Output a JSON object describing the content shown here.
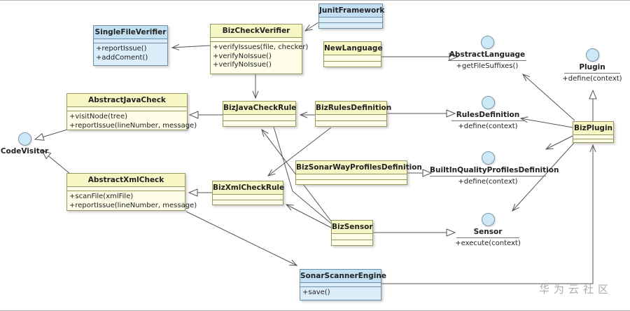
{
  "watermark": "华为云社区",
  "colors": {
    "class_fill": "#fefee8",
    "class_border": "#98985e",
    "blue_fill": "#daedf9",
    "blue_border": "#6d90a8",
    "interface_circle_fill": "#cde9f8",
    "line": "#555555"
  },
  "classes": [
    {
      "name": "SingleFileVerifier",
      "style": "blue",
      "methods": [
        "+reportIssue()",
        "+addComent()"
      ]
    },
    {
      "name": "BizCheckVerifier",
      "style": "yellow",
      "methods": [
        "+verifyIssues(file, checker)",
        "+verifyNoIssue()",
        "+verifyNoIssue()"
      ]
    },
    {
      "name": "JunitFramework",
      "style": "blue",
      "methods": []
    },
    {
      "name": "NewLanguage",
      "style": "yellow",
      "methods": []
    },
    {
      "name": "AbstractJavaCheck",
      "style": "yellow",
      "methods": [
        "+visitNode(tree)",
        "+reportIssue(lineNumber, message)"
      ]
    },
    {
      "name": "BizJavaCheckRule",
      "style": "yellow",
      "methods": []
    },
    {
      "name": "BizRulesDefinition",
      "style": "yellow",
      "methods": []
    },
    {
      "name": "AbstractXmlCheck",
      "style": "yellow",
      "methods": [
        "+scanFile(xmlFile)",
        "+reportIssue(lineNumber, message)"
      ]
    },
    {
      "name": "BizXmlCheckRule",
      "style": "yellow",
      "methods": []
    },
    {
      "name": "BizSonarWayProfilesDefinition",
      "style": "yellow",
      "methods": []
    },
    {
      "name": "BizSensor",
      "style": "yellow",
      "methods": []
    },
    {
      "name": "SonarScannerEngine",
      "style": "blue",
      "methods": [
        "+save()"
      ]
    },
    {
      "name": "BizPlugin",
      "style": "yellow",
      "methods": []
    }
  ],
  "interfaces": [
    {
      "name": "AbstractLanguage",
      "method": "+getFileSuffixes()"
    },
    {
      "name": "Plugin",
      "method": "+define(context)"
    },
    {
      "name": "RulesDefinition",
      "method": "+define(context)"
    },
    {
      "name": "BuiltInQualityProfilesDefinition",
      "method": "+define(context)"
    },
    {
      "name": "Sensor",
      "method": "+execute(context)"
    },
    {
      "name": "CodeVisitor",
      "method": ""
    }
  ],
  "relationships": [
    {
      "from": "BizCheckVerifier",
      "to": "SingleFileVerifier",
      "type": "arrow"
    },
    {
      "from": "JunitFramework",
      "to": "BizCheckVerifier",
      "type": "arrow"
    },
    {
      "from": "BizCheckVerifier",
      "to": "BizJavaCheckRule",
      "type": "arrow"
    },
    {
      "from": "NewLanguage",
      "to": "AbstractLanguage",
      "type": "realization"
    },
    {
      "from": "BizJavaCheckRule",
      "to": "AbstractJavaCheck",
      "type": "generalization"
    },
    {
      "from": "AbstractJavaCheck",
      "to": "CodeVisitor",
      "type": "realization"
    },
    {
      "from": "AbstractXmlCheck",
      "to": "CodeVisitor",
      "type": "realization"
    },
    {
      "from": "BizXmlCheckRule",
      "to": "AbstractXmlCheck",
      "type": "generalization"
    },
    {
      "from": "BizRulesDefinition",
      "to": "RulesDefinition",
      "type": "realization"
    },
    {
      "from": "BizRulesDefinition",
      "to": "BizJavaCheckRule",
      "type": "arrow"
    },
    {
      "from": "BizRulesDefinition",
      "to": "BizXmlCheckRule",
      "type": "arrow"
    },
    {
      "from": "BizSonarWayProfilesDefinition",
      "to": "BuiltInQualityProfilesDefinition",
      "type": "realization"
    },
    {
      "from": "BizSensor",
      "to": "Sensor",
      "type": "realization"
    },
    {
      "from": "BizSensor",
      "to": "BizJavaCheckRule",
      "type": "arrow"
    },
    {
      "from": "BizSensor",
      "to": "BizXmlCheckRule",
      "type": "arrow"
    },
    {
      "from": "BizJavaCheckRule",
      "to": "BizSensor",
      "type": "link"
    },
    {
      "from": "AbstractXmlCheck",
      "to": "SonarScannerEngine",
      "type": "arrow"
    },
    {
      "from": "SonarScannerEngine",
      "to": "BizPlugin",
      "type": "arrow"
    },
    {
      "from": "BizPlugin",
      "to": "Plugin",
      "type": "realization"
    },
    {
      "from": "BizPlugin",
      "to": "RulesDefinition",
      "type": "arrow"
    },
    {
      "from": "BizPlugin",
      "to": "BuiltInQualityProfilesDefinition",
      "type": "arrow"
    },
    {
      "from": "BizPlugin",
      "to": "Sensor",
      "type": "arrow"
    },
    {
      "from": "BizPlugin",
      "to": "AbstractLanguage",
      "type": "arrow"
    }
  ]
}
